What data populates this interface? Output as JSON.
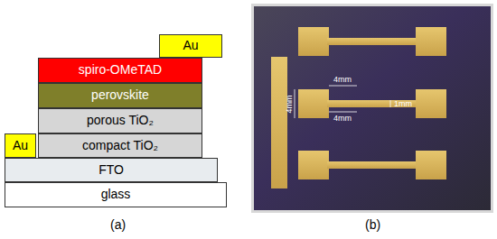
{
  "diagram": {
    "nodes": [
      {
        "text": [
          "Au"
        ]
      },
      {
        "text": [
          "spiro-OMeTAD"
        ]
      },
      {
        "text": [
          "perovskite"
        ]
      },
      {
        "text": [
          "porous TiO₂"
        ]
      },
      {
        "text": [
          "compact TiO₂"
        ]
      },
      {
        "text": [
          "Au"
        ]
      },
      {
        "text": [
          "FTO"
        ]
      },
      {
        "text": [
          "glass"
        ]
      }
    ],
    "labels": [
      "4mm",
      "4mm",
      "1mm",
      "4mm",
      "(a)",
      "(b)"
    ]
  }
}
